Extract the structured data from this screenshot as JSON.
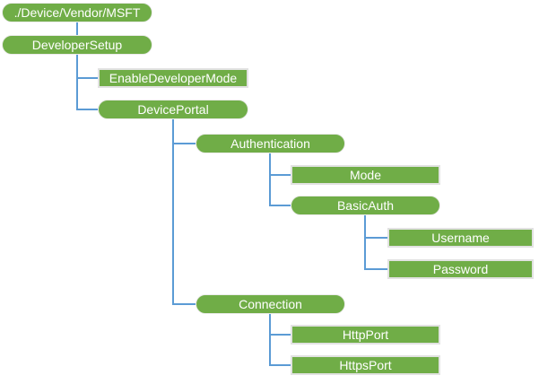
{
  "diagram": {
    "description": "Configuration service provider hierarchy tree",
    "colors": {
      "node_fill": "#70AD47",
      "node_text": "#FFFFFF",
      "rect_border": "#E2E2E2",
      "connector": "#5B9BD5",
      "background": "#FFFFFF"
    },
    "nodes": [
      {
        "label": "./Device/Vendor/MSFT",
        "shape": "rounded",
        "parent": null
      },
      {
        "label": "DeveloperSetup",
        "shape": "rounded",
        "parent": "./Device/Vendor/MSFT"
      },
      {
        "label": "EnableDeveloperMode",
        "shape": "rect",
        "parent": "DeveloperSetup"
      },
      {
        "label": "DevicePortal",
        "shape": "rounded",
        "parent": "DeveloperSetup"
      },
      {
        "label": "Authentication",
        "shape": "rounded",
        "parent": "DevicePortal"
      },
      {
        "label": "Mode",
        "shape": "rect",
        "parent": "Authentication"
      },
      {
        "label": "BasicAuth",
        "shape": "rounded",
        "parent": "Authentication"
      },
      {
        "label": "Username",
        "shape": "rect",
        "parent": "BasicAuth"
      },
      {
        "label": "Password",
        "shape": "rect",
        "parent": "BasicAuth"
      },
      {
        "label": "Connection",
        "shape": "rounded",
        "parent": "DevicePortal"
      },
      {
        "label": "HttpPort",
        "shape": "rect",
        "parent": "Connection"
      },
      {
        "label": "HttpsPort",
        "shape": "rect",
        "parent": "Connection"
      }
    ]
  }
}
